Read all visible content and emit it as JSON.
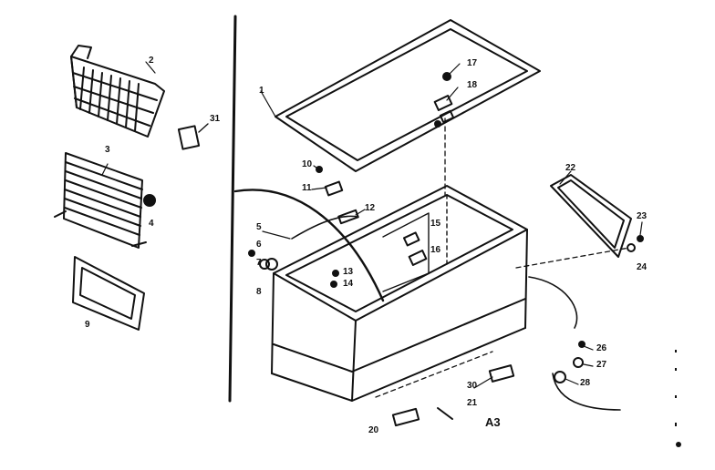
{
  "view_label": "A3",
  "callouts": [
    {
      "id": "p1",
      "text": "1"
    },
    {
      "id": "p2",
      "text": "2"
    },
    {
      "id": "p3",
      "text": "3"
    },
    {
      "id": "p4",
      "text": "4"
    },
    {
      "id": "p5",
      "text": "5"
    },
    {
      "id": "p6",
      "text": "6"
    },
    {
      "id": "p7",
      "text": "7"
    },
    {
      "id": "p8",
      "text": "8"
    },
    {
      "id": "p9",
      "text": "9"
    },
    {
      "id": "p10",
      "text": "10"
    },
    {
      "id": "p11",
      "text": "11"
    },
    {
      "id": "p12",
      "text": "12"
    },
    {
      "id": "p13",
      "text": "13"
    },
    {
      "id": "p14",
      "text": "14"
    },
    {
      "id": "p15",
      "text": "15"
    },
    {
      "id": "p16",
      "text": "16"
    },
    {
      "id": "p17",
      "text": "17"
    },
    {
      "id": "p18",
      "text": "18"
    },
    {
      "id": "p20",
      "text": "20"
    },
    {
      "id": "p21",
      "text": "21"
    },
    {
      "id": "p22",
      "text": "22"
    },
    {
      "id": "p23",
      "text": "23"
    },
    {
      "id": "p24",
      "text": "24"
    },
    {
      "id": "p26",
      "text": "26"
    },
    {
      "id": "p27",
      "text": "27"
    },
    {
      "id": "p28",
      "text": "28"
    },
    {
      "id": "p30",
      "text": "30"
    },
    {
      "id": "p31",
      "text": "31"
    }
  ]
}
